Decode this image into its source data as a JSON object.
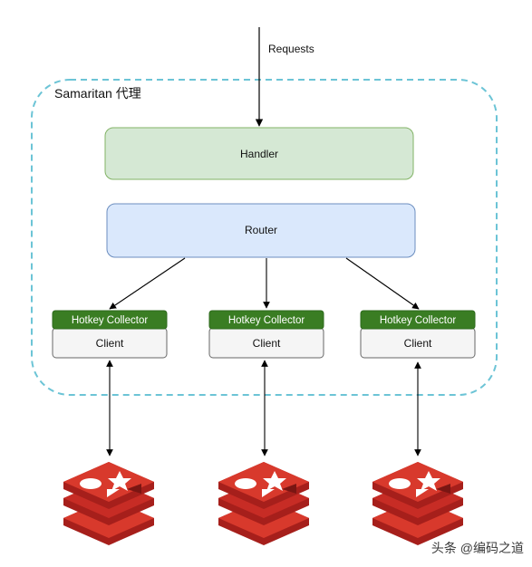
{
  "diagram": {
    "requests_label": "Requests",
    "proxy_label": "Samaritan 代理",
    "handler_label": "Handler",
    "router_label": "Router",
    "collectors": [
      {
        "header": "Hotkey Collector",
        "body": "Client"
      },
      {
        "header": "Hotkey Collector",
        "body": "Client"
      },
      {
        "header": "Hotkey Collector",
        "body": "Client"
      }
    ],
    "redis_icons": [
      "redis-icon",
      "redis-icon",
      "redis-icon"
    ],
    "watermark": "头条 @编码之道"
  },
  "colors": {
    "proxy_border": "#6cc4d6",
    "handler_fill": "#d5e8d4",
    "handler_stroke": "#82b366",
    "router_fill": "#dae8fc",
    "router_stroke": "#6c8ebf",
    "collector_header": "#3a7d23",
    "collector_body": "#f5f5f5",
    "redis_dark": "#a61f1b",
    "redis_mid": "#c72c25",
    "redis_light": "#d8392c"
  }
}
